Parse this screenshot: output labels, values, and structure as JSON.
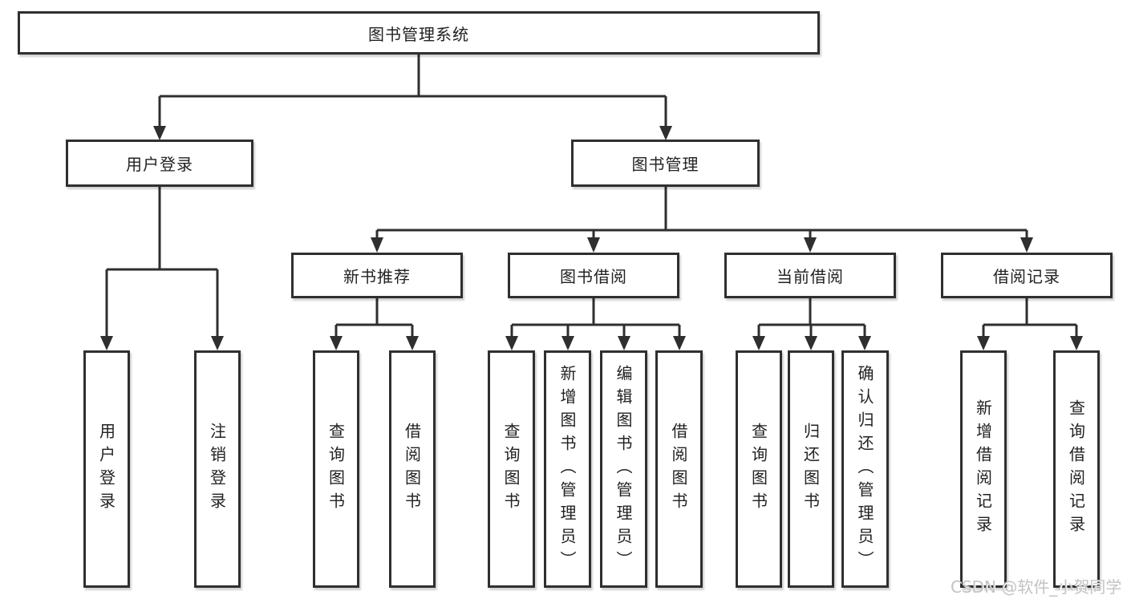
{
  "tree": {
    "root": "图书管理系统",
    "login": {
      "label": "用户登录",
      "children": [
        "用户登录",
        "注销登录"
      ]
    },
    "manage": {
      "label": "图书管理"
    },
    "sections": [
      {
        "label": "新书推荐",
        "children": [
          "查询图书",
          "借阅图书"
        ]
      },
      {
        "label": "图书借阅",
        "children": [
          "查询图书",
          "新增图书（管理员）",
          "编辑图书（管理员）",
          "借阅图书"
        ]
      },
      {
        "label": "当前借阅",
        "children": [
          "查询图书",
          "归还图书",
          "确认归还（管理员）"
        ]
      },
      {
        "label": "借阅记录",
        "children": [
          "新增借阅记录",
          "查询借阅记录"
        ]
      }
    ]
  },
  "watermark": {
    "text": "CSDN @软件_小贺同学"
  },
  "colors": {
    "line": "#2f2f2f",
    "box_border": "#2f2f2f",
    "box_fill": "#ffffff",
    "text": "#222222",
    "watermark": "#c3c3c3",
    "background": "#ffffff"
  }
}
